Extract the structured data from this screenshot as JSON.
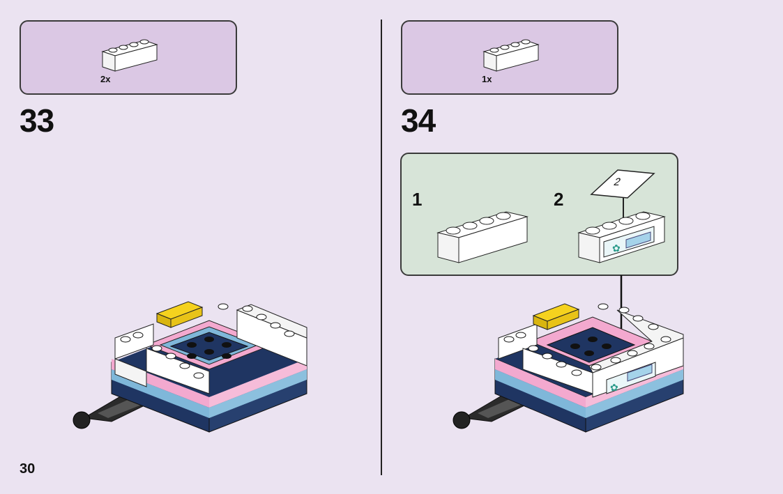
{
  "page": {
    "number": "30"
  },
  "steps": [
    {
      "number": "33",
      "parts": {
        "quantity": "2x",
        "part": "white-brick-1x4-icon"
      }
    },
    {
      "number": "34",
      "parts": {
        "quantity": "1x",
        "part": "white-brick-1x4-icon"
      },
      "substeps": [
        {
          "number": "1",
          "illustration": "white-brick-1x4-icon"
        },
        {
          "number": "2",
          "illustration": "white-brick-with-sticker-icon",
          "sticker_label": "2"
        }
      ]
    }
  ],
  "colors": {
    "background": "#ebe3f1",
    "parts_box": "#dbc8e4",
    "substep_box": "#d7e4d8",
    "navy": "#1f3562",
    "light_blue": "#7fb7d9",
    "pink": "#f3a9cf",
    "yellow": "#f5d21e",
    "white": "#ffffff"
  }
}
